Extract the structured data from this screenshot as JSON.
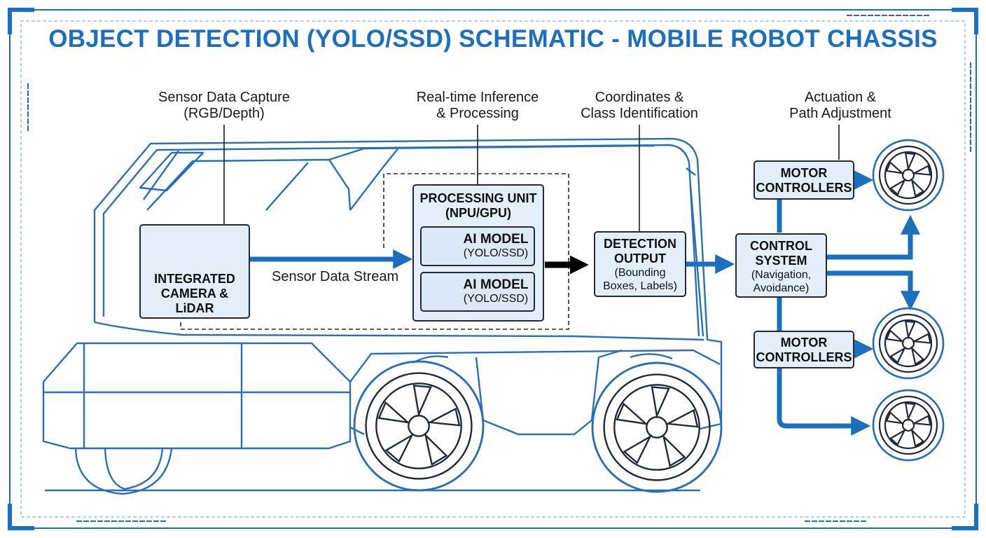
{
  "title": "OBJECT DETECTION (YOLO/SSD) SCHEMATIC - MOBILE ROBOT CHASSIS",
  "captions": {
    "sensor_capture": [
      "Sensor Data Capture",
      "(RGB/Depth)"
    ],
    "inference": [
      "Real-time Inference",
      "& Processing"
    ],
    "coordinates": [
      "Coordinates &",
      "Class Identification"
    ],
    "actuation": [
      "Actuation &",
      "Path Adjustment"
    ]
  },
  "camera_box": {
    "lines": [
      "INTEGRATED",
      "CAMERA &",
      "LiDAR"
    ],
    "icons": [
      "camera-lens-icon",
      "lidar-sensor-icon"
    ]
  },
  "stream_label": "Sensor Data Stream",
  "processing_unit": {
    "title": [
      "PROCESSING UNIT",
      "(NPU/GPU)"
    ]
  },
  "ai_models": [
    {
      "title": "AI MODEL",
      "sub": "(YOLO/SSD)",
      "icon": "neural-network-icon"
    },
    {
      "title": "AI MODEL",
      "sub": "(YOLO/SSD)",
      "icon": "neural-network-icon"
    }
  ],
  "detection_output": {
    "title": [
      "DETECTION",
      "OUTPUT"
    ],
    "sub": [
      "(Bounding",
      "Boxes, Labels)"
    ]
  },
  "control_system": {
    "title": [
      "CONTROL",
      "SYSTEM"
    ],
    "sub": [
      "(Navigation,",
      "Avoidance)"
    ]
  },
  "motor_controllers": [
    {
      "title": [
        "MOTOR",
        "CONTROLLERS"
      ]
    },
    {
      "title": [
        "MOTOR",
        "CONTROLLERS"
      ]
    }
  ],
  "wheels": [
    "wheel-icon",
    "wheel-icon",
    "wheel-icon",
    "wheel-icon"
  ],
  "colors": {
    "accent": "#1b6fbd",
    "line": "#2a6fb3",
    "box_fill": "#e4eef8",
    "box_border": "#1f2a36",
    "text": "#1a1a1a"
  }
}
